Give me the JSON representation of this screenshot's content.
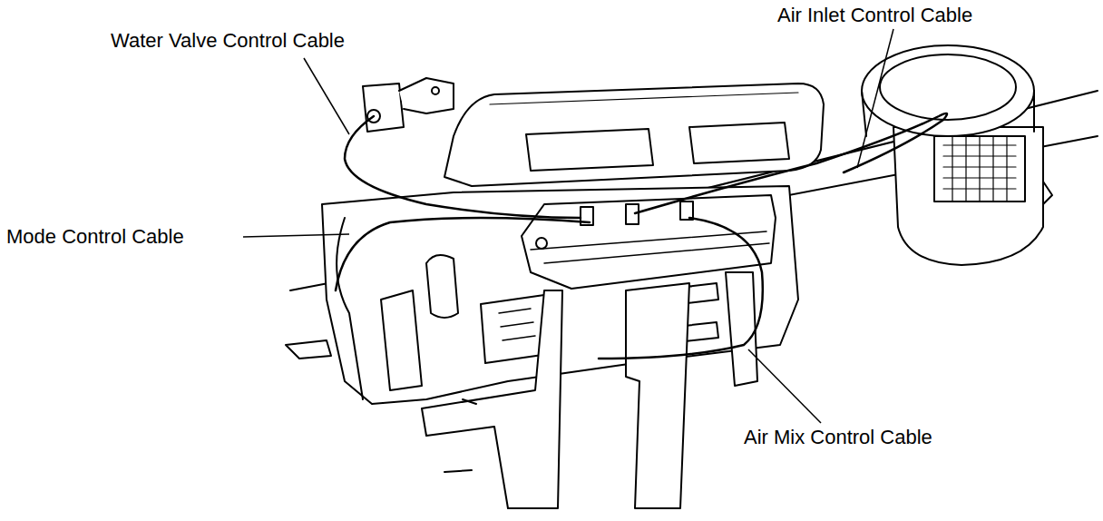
{
  "diagram": {
    "labels": [
      "Water Valve Control Cable",
      "Air Inlet Control Cable",
      "Mode Control Cable",
      "Air Mix Control Cable"
    ]
  }
}
